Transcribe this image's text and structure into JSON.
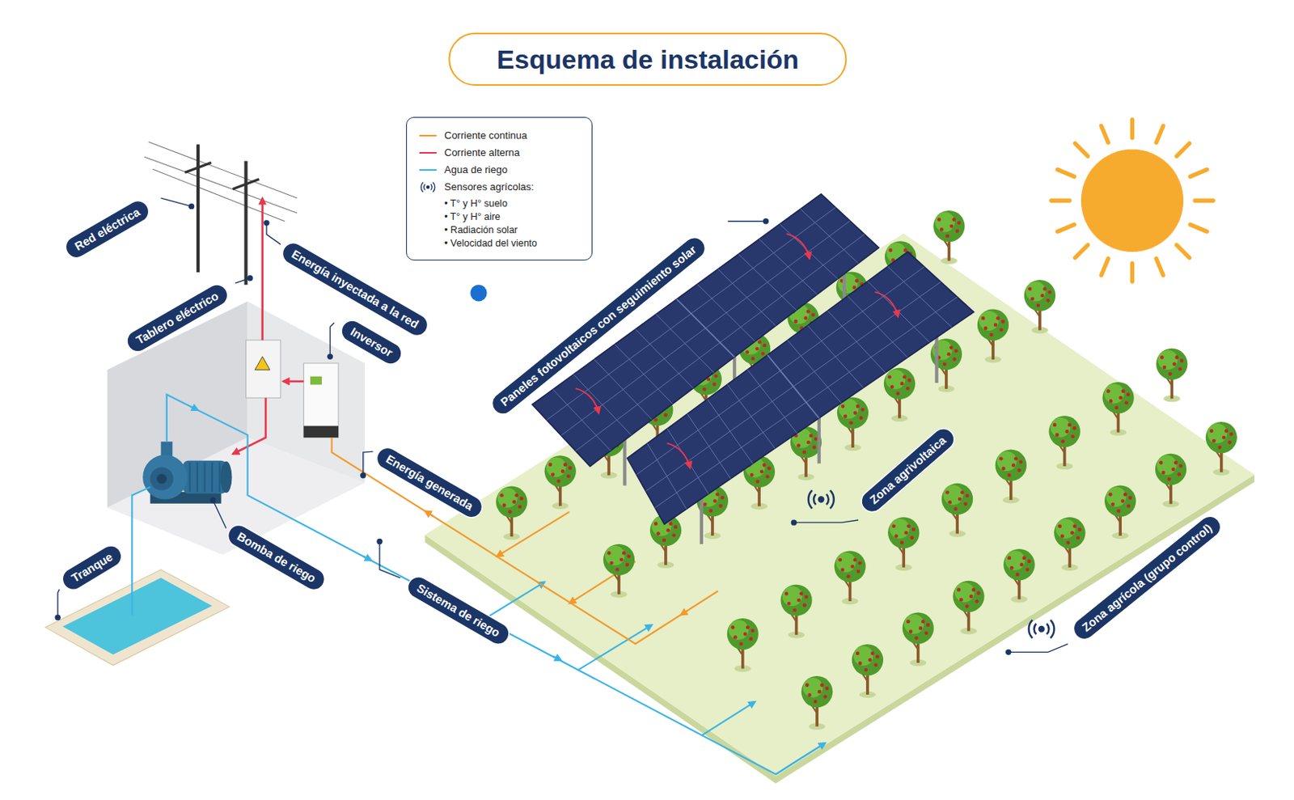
{
  "diagram": {
    "title": "Esquema de instalación",
    "nodes": [
      {
        "text": [
          "Red eléctrica"
        ]
      },
      {
        "text": [
          "Tablero eléctrico"
        ]
      },
      {
        "text": [
          "Energía inyectada a la red"
        ]
      },
      {
        "text": [
          "Inversor"
        ]
      },
      {
        "text": [
          "Paneles fotovoltaicos con seguimiento solar"
        ]
      },
      {
        "text": [
          "Energía generada"
        ]
      },
      {
        "text": [
          "Zona agrivoltaica"
        ]
      },
      {
        "text": [
          "Tranque"
        ]
      },
      {
        "text": [
          "Bomba de riego"
        ]
      },
      {
        "text": [
          "Sistema de riego"
        ]
      },
      {
        "text": [
          "Zona agrícola (grupo control)"
        ]
      }
    ],
    "legend": [
      {
        "text": "Corriente continua",
        "color": "#f39a2b"
      },
      {
        "text": "Corriente alterna",
        "color": "#e8384f"
      },
      {
        "text": "Agua de riego",
        "color": "#3bb4e5"
      },
      {
        "text": "Sensores agrícolas:"
      },
      {
        "text": "• T° y H° suelo"
      },
      {
        "text": "• T° y H° aire"
      },
      {
        "text": "• Radiación solar"
      },
      {
        "text": "• Velocidad del viento"
      }
    ]
  }
}
